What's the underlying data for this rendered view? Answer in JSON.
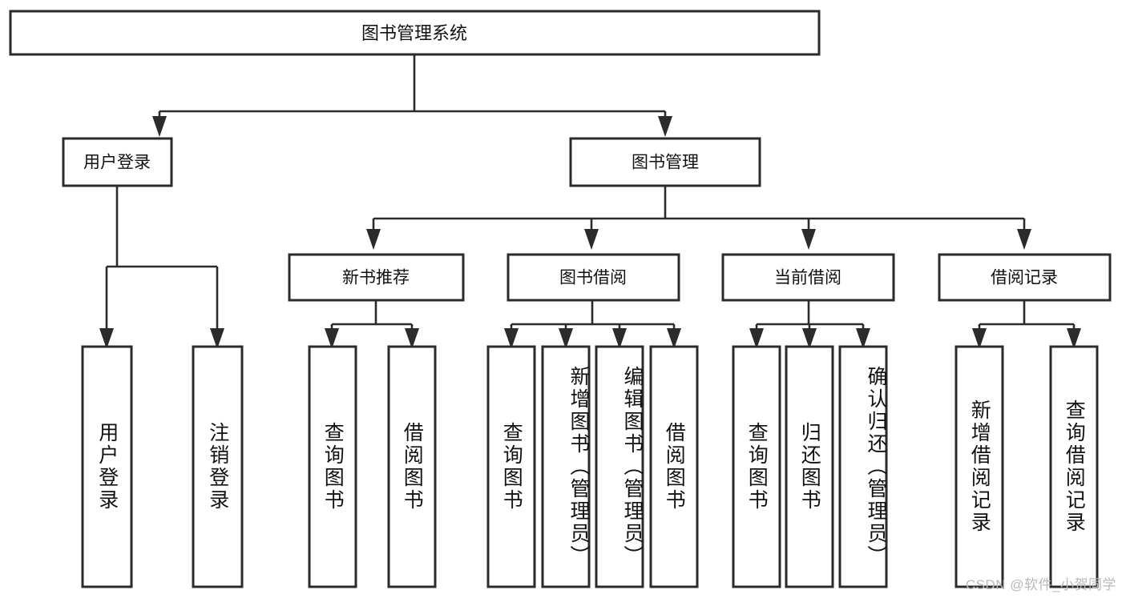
{
  "diagram": {
    "title": "图书管理系统",
    "type": "tree-hierarchy",
    "orientation": "top-down",
    "colors": {
      "box_stroke": "#2b2b2b",
      "box_fill": "#ffffff",
      "connector": "#2b2b2b",
      "text": "#111111",
      "background": "#ffffff",
      "watermark": "#b9b9b9"
    },
    "root": {
      "label": "图书管理系统"
    },
    "level2": [
      {
        "label": "用户登录"
      },
      {
        "label": "图书管理"
      }
    ],
    "level3": [
      {
        "label": "新书推荐"
      },
      {
        "label": "图书借阅"
      },
      {
        "label": "当前借阅"
      },
      {
        "label": "借阅记录"
      }
    ],
    "leaves": {
      "user_login": [
        {
          "label": "用户登录"
        },
        {
          "label": "注销登录"
        }
      ],
      "new_book_recommend": [
        {
          "label": "查询图书"
        },
        {
          "label": "借阅图书"
        }
      ],
      "book_borrow": [
        {
          "label": "查询图书"
        },
        {
          "label": "新增图书（管理员）"
        },
        {
          "label": "编辑图书（管理员）"
        },
        {
          "label": "借阅图书"
        }
      ],
      "current_borrow": [
        {
          "label": "查询图书"
        },
        {
          "label": "归还图书"
        },
        {
          "label": "确认归还（管理员）"
        }
      ],
      "borrow_record": [
        {
          "label": "新增借阅记录"
        },
        {
          "label": "查询借阅记录"
        }
      ]
    },
    "watermark": "CSDN @软件_小贺同学"
  }
}
